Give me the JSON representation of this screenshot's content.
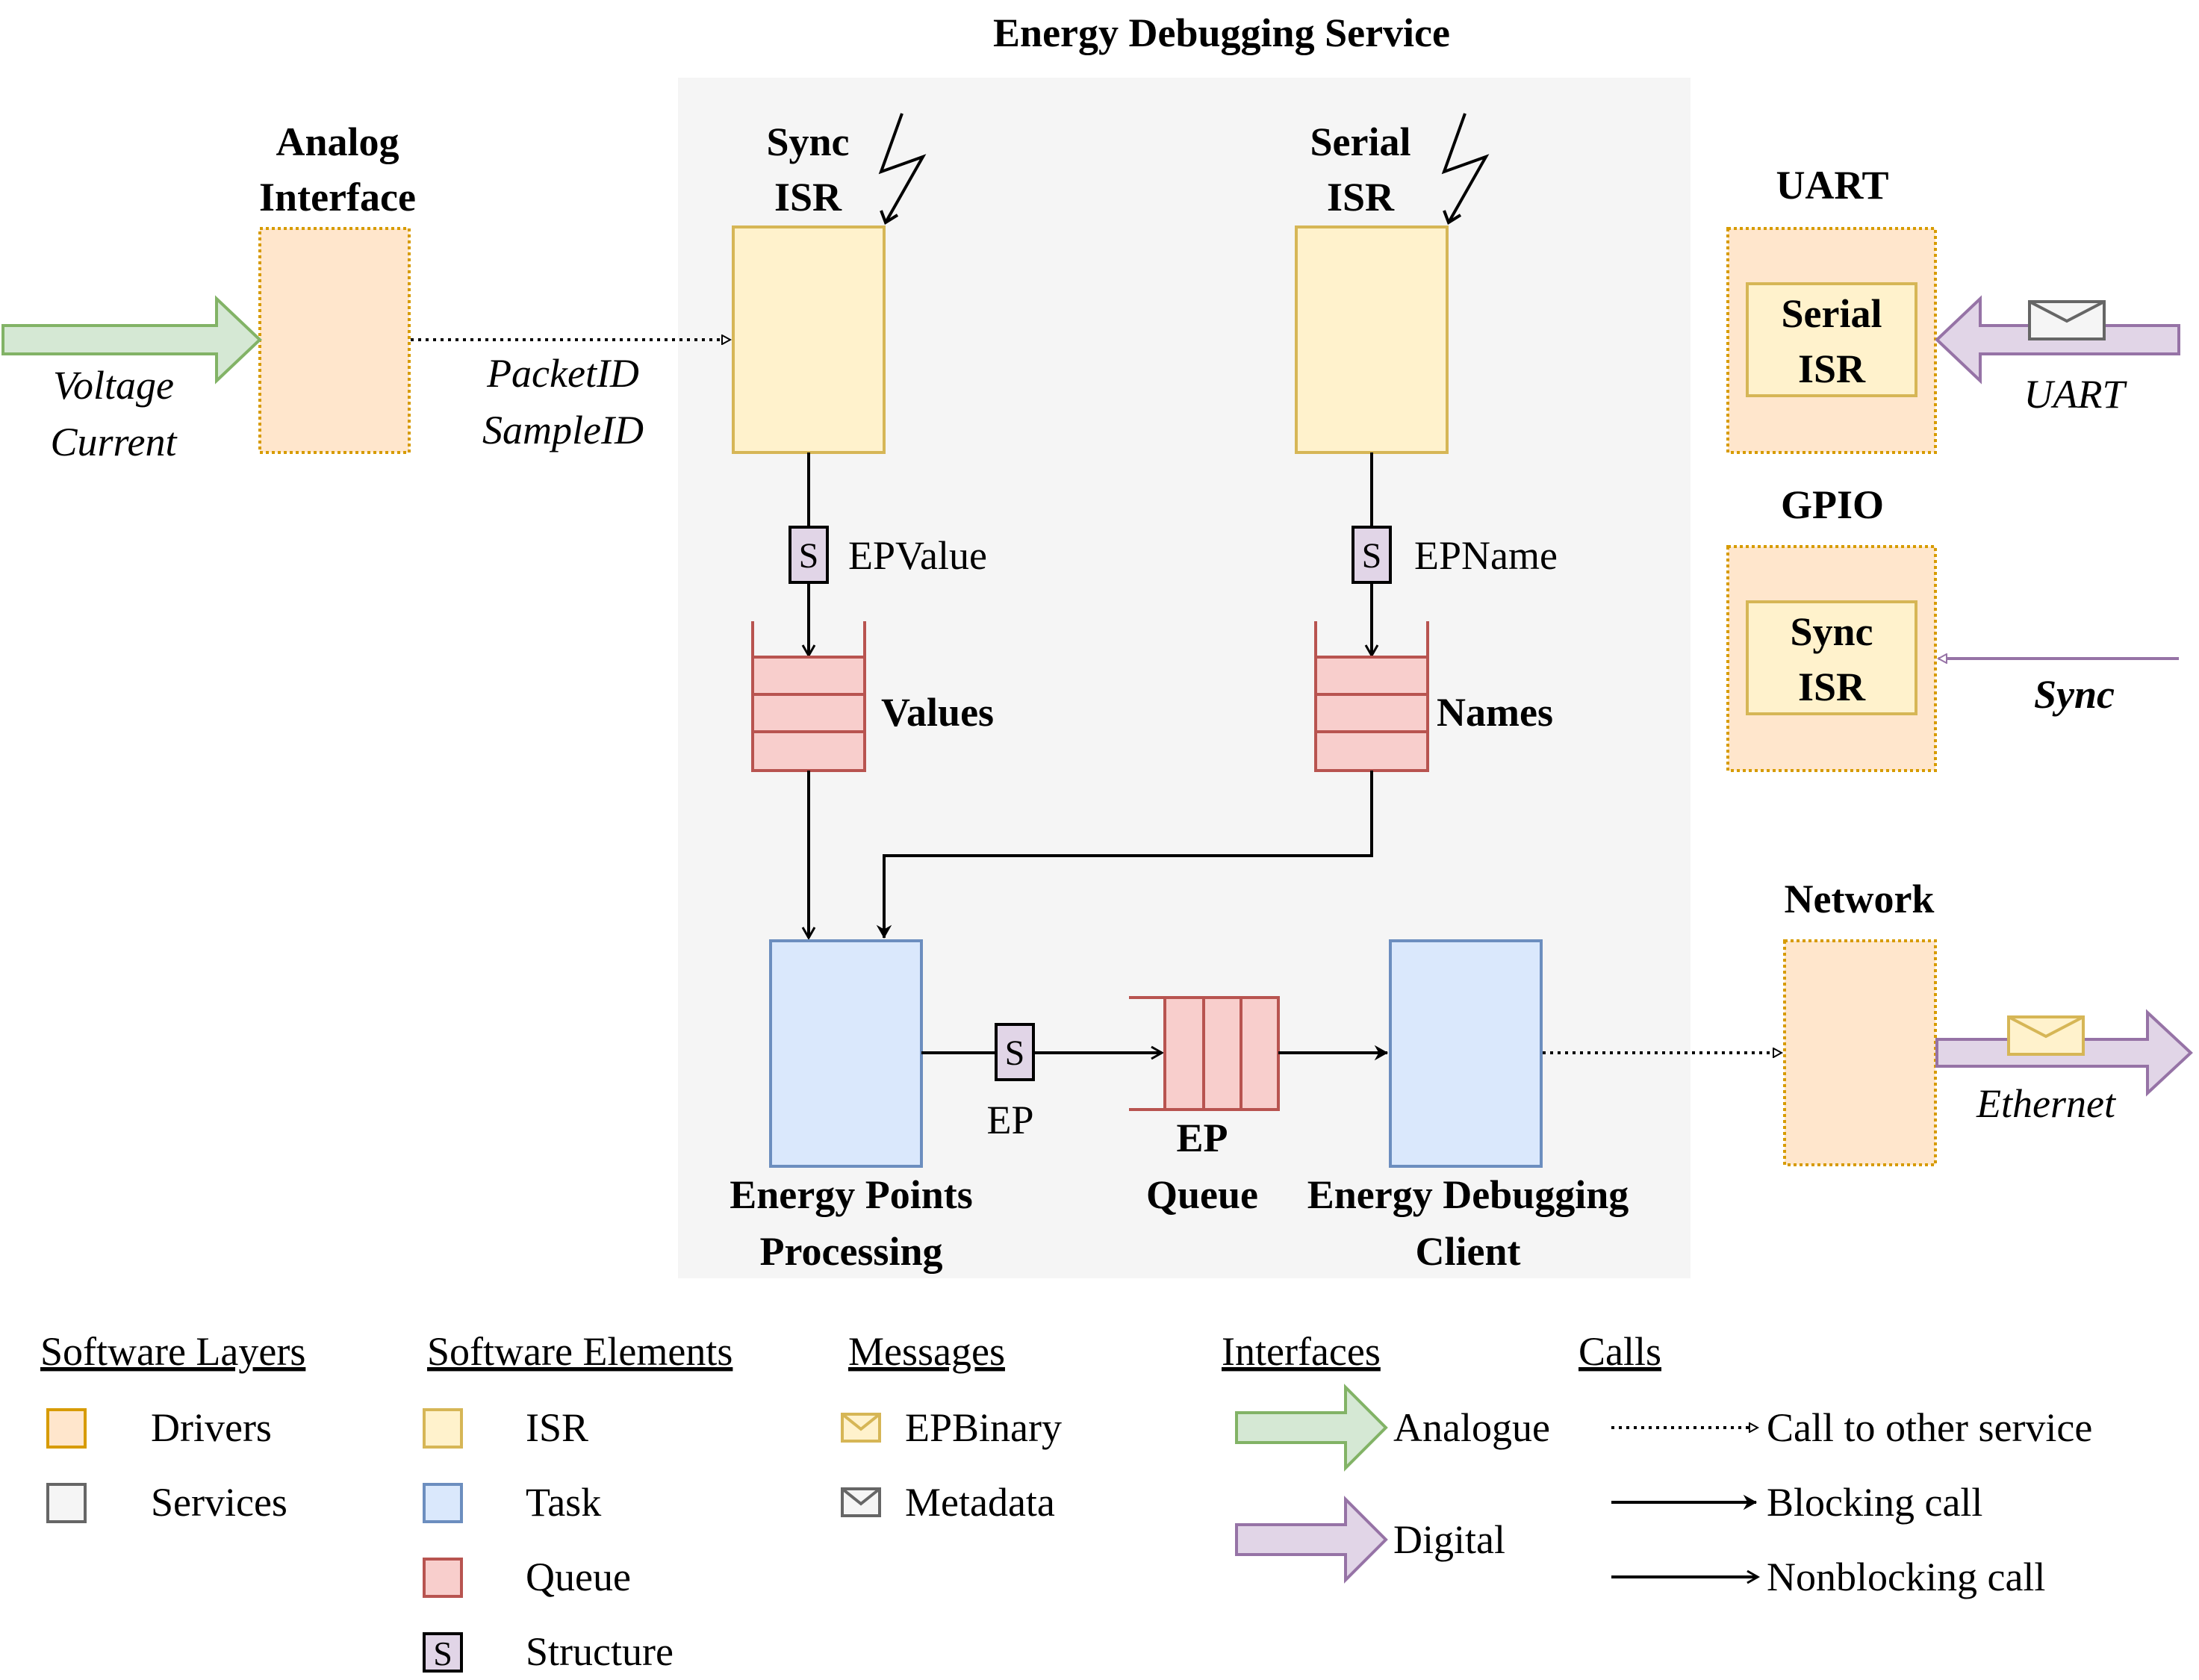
{
  "service": {
    "title": "Energy Debugging Service"
  },
  "analog": {
    "title_l1": "Analog",
    "title_l2": "Interface",
    "input_l1": "Voltage",
    "input_l2": "Current",
    "call_l1": "PacketID",
    "call_l2": "SampleID"
  },
  "sync_isr": {
    "l1": "Sync",
    "l2": "ISR"
  },
  "serial_isr": {
    "l1": "Serial",
    "l2": "ISR"
  },
  "struct_marker": "S",
  "ep_value": "EPValue",
  "ep_name": "EPName",
  "values_queue": "Values",
  "names_queue": "Names",
  "ep_label": "EP",
  "ep_queue": {
    "l1": "EP",
    "l2": "Queue"
  },
  "processing": {
    "l1": "Energy Points",
    "l2": "Processing"
  },
  "client": {
    "l1": "Energy Debugging",
    "l2": "Client"
  },
  "uart": {
    "title": "UART",
    "inner_l1": "Serial",
    "inner_l2": "ISR",
    "input": "UART"
  },
  "gpio": {
    "title": "GPIO",
    "inner_l1": "Sync",
    "inner_l2": "ISR",
    "input": "Sync"
  },
  "network": {
    "title": "Network",
    "output": "Ethernet"
  },
  "legend": {
    "layers": {
      "header": "Software Layers",
      "drivers": "Drivers",
      "services": "Services"
    },
    "elements": {
      "header": "Software Elements",
      "isr": "ISR",
      "task": "Task",
      "queue": "Queue",
      "structure": "Structure"
    },
    "messages": {
      "header": "Messages",
      "ep_binary": "EPBinary",
      "metadata": "Metadata"
    },
    "interfaces": {
      "header": "Interfaces",
      "analogue": "Analogue",
      "digital": "Digital"
    },
    "calls": {
      "header": "Calls",
      "other": "Call to other service",
      "blocking": "Blocking call",
      "nonblocking": "Nonblocking call"
    }
  },
  "colors": {
    "driver_fill": "#ffe6cc",
    "driver_stroke": "#d79b00",
    "isr_fill": "#fff2cc",
    "isr_stroke": "#d6b656",
    "task_fill": "#dae8fc",
    "task_stroke": "#6c8ebf",
    "queue_fill": "#f8cecc",
    "queue_stroke": "#b85450",
    "struct_fill": "#e1d5e7",
    "analog_fill": "#d5e8d4",
    "analog_stroke": "#82b366",
    "digital_fill": "#e1d5e7",
    "digital_stroke": "#9673a6",
    "service_bg": "#f5f5f5"
  }
}
